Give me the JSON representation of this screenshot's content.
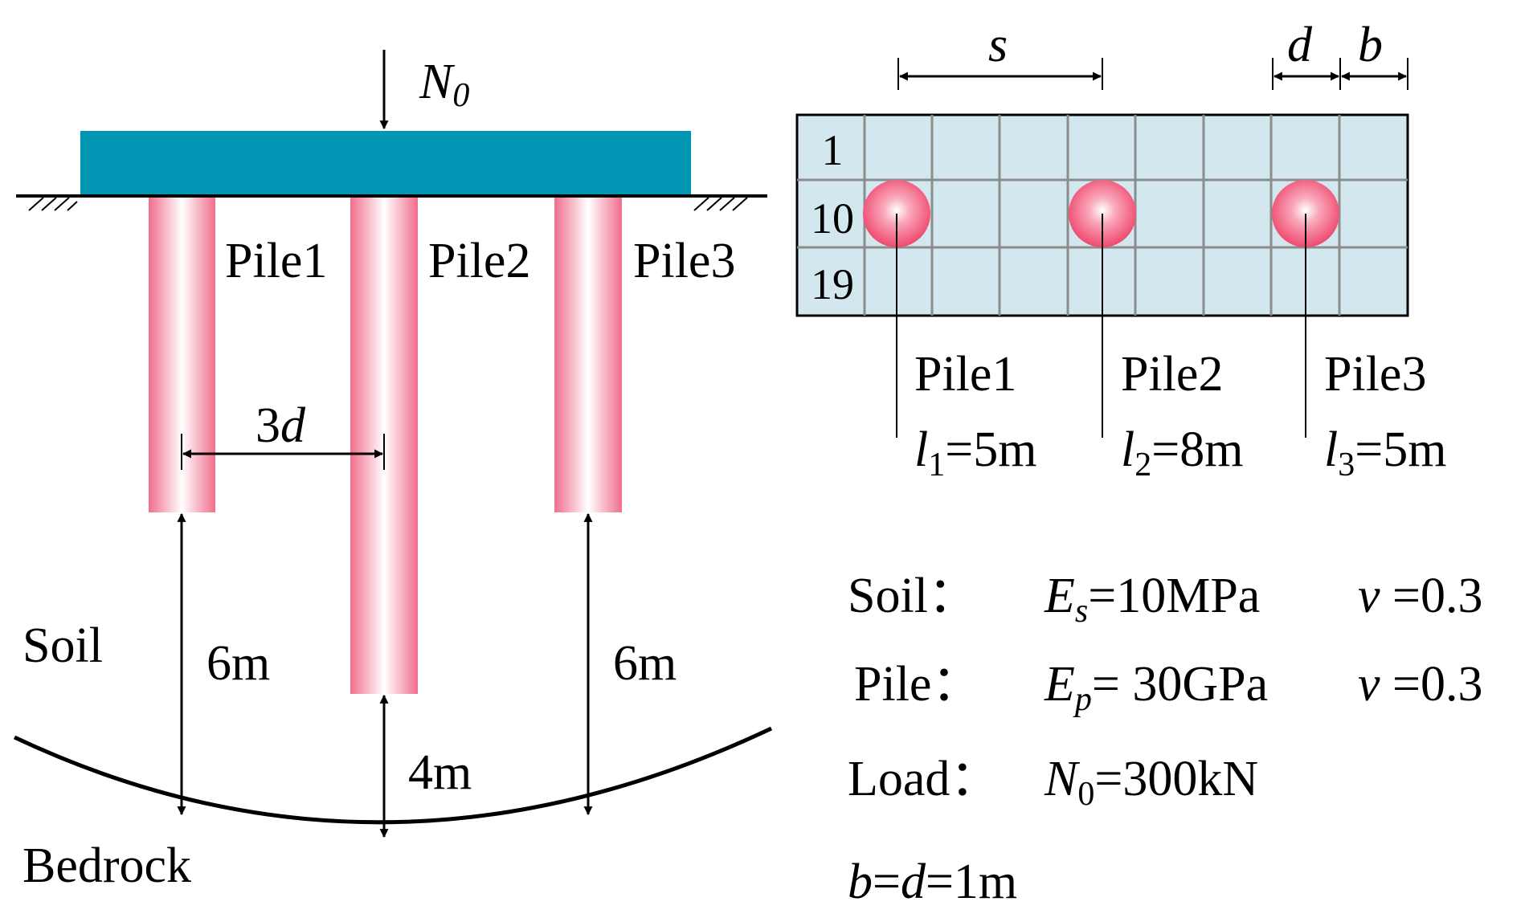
{
  "colors": {
    "cap": "#0096b4",
    "pile_edge": "#f06e8c",
    "pile_center": "#ffffff",
    "grid_fill": "#d2e8ee",
    "grid_line": "#8c8c8c",
    "line": "#000000"
  },
  "left": {
    "load_label": "N",
    "load_sub": "0",
    "pile_labels": [
      "Pile1",
      "Pile2",
      "Pile3"
    ],
    "spacing_num": "3",
    "spacing_var": "d",
    "dist_left": "6m",
    "dist_mid": "4m",
    "dist_right": "6m",
    "soil": "Soil",
    "bedrock": "Bedrock"
  },
  "grid": {
    "top_dims": {
      "s": "s",
      "d": "d",
      "b": "b"
    },
    "row_labels": [
      "1",
      "10",
      "19"
    ],
    "pile_labels": [
      "Pile1",
      "Pile2",
      "Pile3"
    ],
    "lengths": [
      {
        "var": "l",
        "sub": "1",
        "val": "=5m"
      },
      {
        "var": "l",
        "sub": "2",
        "val": "=8m"
      },
      {
        "var": "l",
        "sub": "3",
        "val": "=5m"
      }
    ]
  },
  "params": {
    "soil": {
      "label": "Soil：",
      "E": "E",
      "E_sub": "s",
      "E_val": "=10MPa",
      "nu": "v",
      "nu_val": " =0.3"
    },
    "pile": {
      "label": "Pile：",
      "E": "E",
      "E_sub": "p",
      "E_val": "= 30GPa",
      "nu": "v",
      "nu_val": " =0.3"
    },
    "load": {
      "label": "Load：",
      "N": "N",
      "N_sub": "0",
      "N_val": "=300kN"
    },
    "bd": {
      "b": "b",
      "eq1": "=",
      "d": "d",
      "eq2": "=1m"
    }
  }
}
